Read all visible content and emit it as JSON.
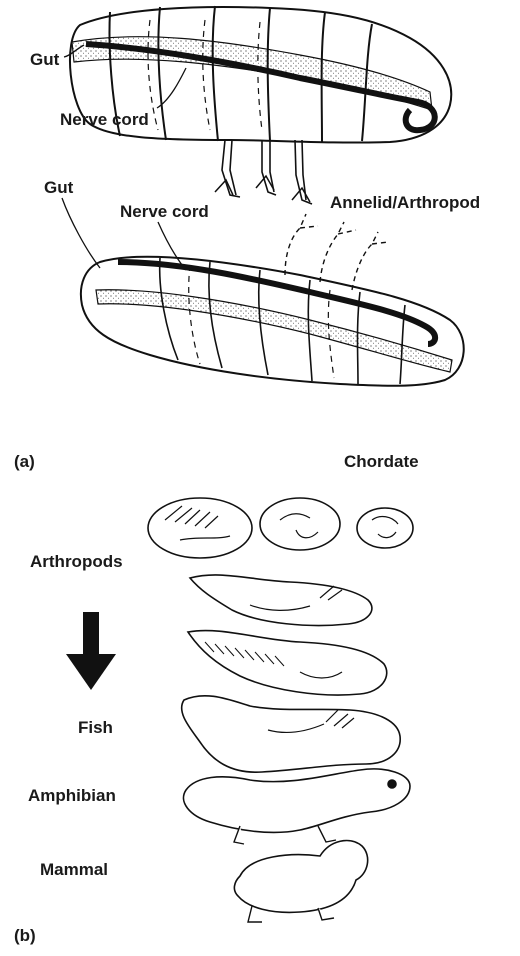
{
  "panel_a": {
    "letter": "(a)",
    "top_labels": {
      "gut": "Gut",
      "nerve_cord": "Nerve cord"
    },
    "bottom_labels": {
      "gut": "Gut",
      "nerve_cord": "Nerve cord"
    },
    "caption_upper": "Annelid/Arthropod",
    "caption_lower": "Chordate"
  },
  "panel_b": {
    "letter": "(b)",
    "labels": {
      "arthropods": "Arthropods",
      "fish": "Fish",
      "amphibian": "Amphibian",
      "mammal": "Mammal"
    }
  }
}
